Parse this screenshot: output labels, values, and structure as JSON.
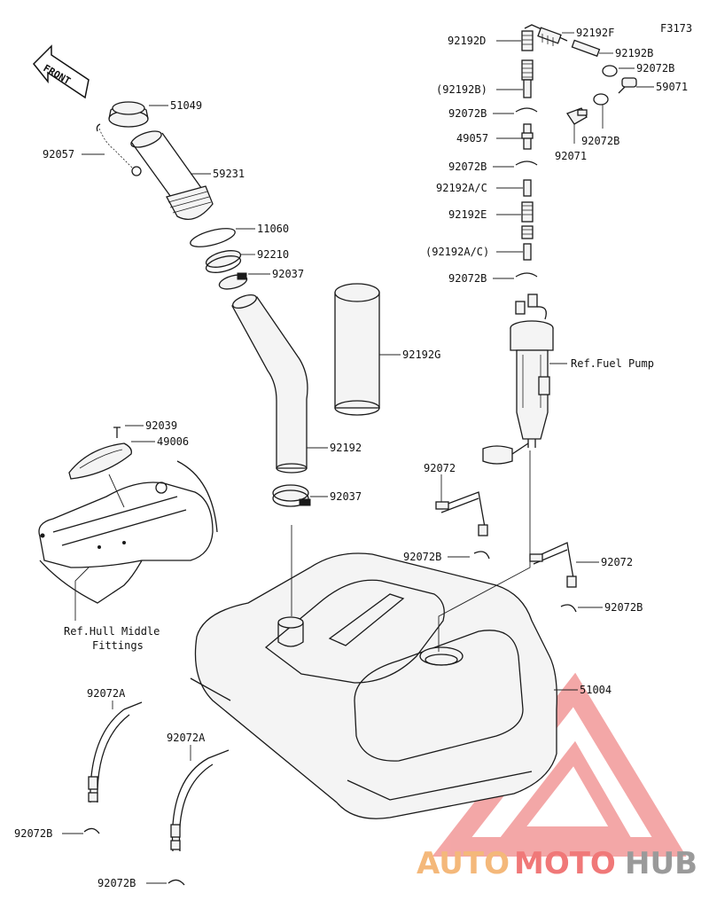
{
  "diagram": {
    "code": "F3173",
    "front_label": "FRONT",
    "labels": {
      "p51049": "51049",
      "p92057": "92057",
      "p59231": "59231",
      "p11060": "11060",
      "p92210": "92210",
      "p92037a": "92037",
      "p92192G": "92192G",
      "p92039": "92039",
      "p49006": "49006",
      "p92192": "92192",
      "p92037b": "92037",
      "hull1": "Ref.Hull Middle",
      "hull2": "Fittings",
      "p92072a": "92072",
      "p92072B_a": "92072B",
      "p92072b": "92072",
      "p92072B_b": "92072B",
      "p51004": "51004",
      "p92072A_1": "92072A",
      "p92072A_2": "92072A",
      "p92072B_c": "92072B",
      "p92072B_d": "92072B",
      "p92192D": "92192D",
      "p92192F": "92192F",
      "p92192B": "92192B",
      "p92072B_e": "92072B",
      "p59071": "59071",
      "p92192B_paren": "(92192B)",
      "p92072B_f": "92072B",
      "p49057": "49057",
      "p92071": "92071",
      "p92072B_g": "92072B",
      "p92072B_h": "92072B",
      "p92192AC": "92192A/C",
      "p92192E": "92192E",
      "p92192AC_paren": "(92192A/C)",
      "p92072B_i": "92072B",
      "fuel_pump": "Ref.Fuel Pump"
    }
  },
  "watermark": {
    "part1": "AUTO",
    "part2": "MOTO",
    "part3": "HUB",
    "color_auto": "#f4b87a",
    "color_moto": "#f07878",
    "color_hub": "#9a9a9a"
  }
}
